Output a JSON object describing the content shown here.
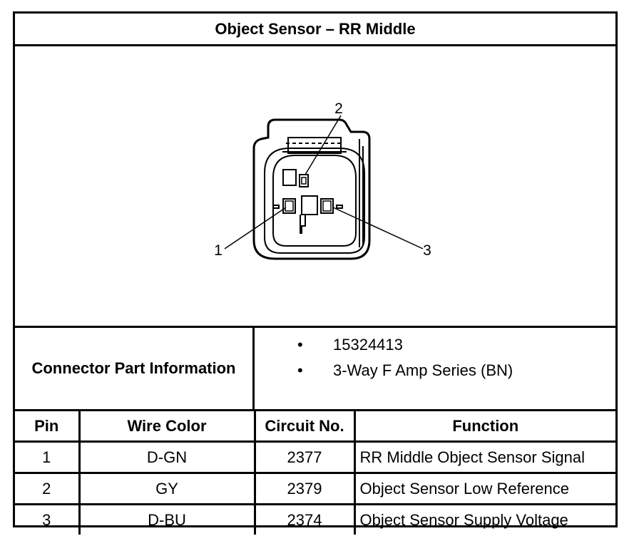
{
  "title": "Object Sensor – RR Middle",
  "diagram": {
    "callouts": [
      "1",
      "2",
      "3"
    ]
  },
  "connector_info": {
    "label": "Connector Part Information",
    "items": [
      "15324413",
      "3-Way F Amp Series (BN)"
    ],
    "bullet": "•"
  },
  "pin_table": {
    "headers": [
      "Pin",
      "Wire Color",
      "Circuit No.",
      "Function"
    ],
    "rows": [
      [
        "1",
        "D-GN",
        "2377",
        "RR Middle Object Sensor Signal"
      ],
      [
        "2",
        "GY",
        "2379",
        "Object Sensor Low Reference"
      ],
      [
        "3",
        "D-BU",
        "2374",
        "Object Sensor Supply Voltage"
      ]
    ]
  }
}
